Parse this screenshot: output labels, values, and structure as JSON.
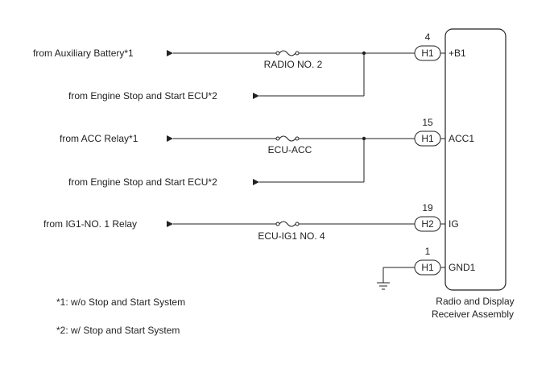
{
  "sources": {
    "aux_battery": "from Auxiliary Battery*1",
    "engine_stop_1": "from Engine Stop and Start ECU*2",
    "acc_relay": "from ACC Relay*1",
    "engine_stop_2": "from Engine Stop and Start ECU*2",
    "ig1_relay": "from IG1-NO. 1 Relay"
  },
  "fuses": {
    "radio": "RADIO NO. 2",
    "acc": "ECU-ACC",
    "ig1": "ECU-IG1 NO. 4"
  },
  "connectors": {
    "b1": {
      "pin": "4",
      "id": "H1",
      "signal": "+B1"
    },
    "acc1": {
      "pin": "15",
      "id": "H1",
      "signal": "ACC1"
    },
    "ig": {
      "pin": "19",
      "id": "H2",
      "signal": "IG"
    },
    "gnd1": {
      "pin": "1",
      "id": "H1",
      "signal": "GND1"
    }
  },
  "component": {
    "line1": "Radio and Display",
    "line2": "Receiver Assembly"
  },
  "notes": {
    "note1": "*1: w/o Stop and Start System",
    "note2": "*2: w/ Stop and Start System"
  }
}
